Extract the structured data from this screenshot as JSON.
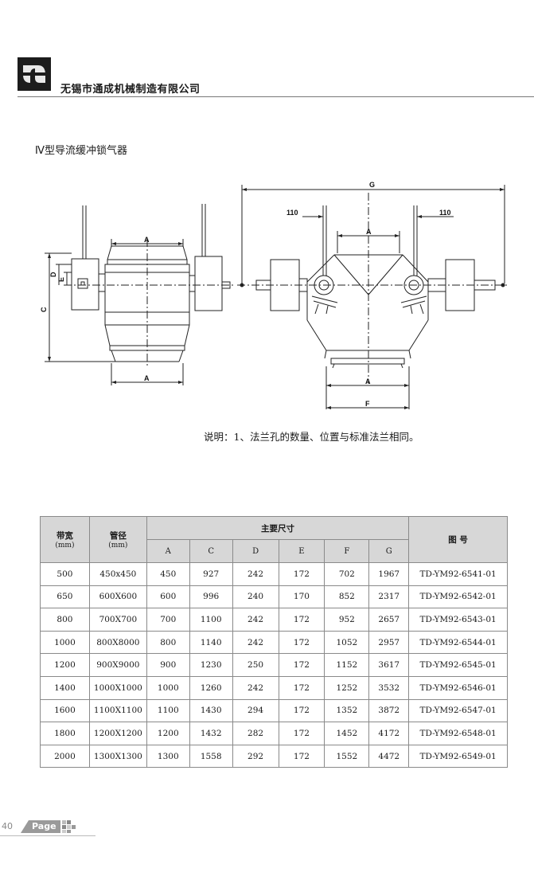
{
  "header": {
    "company": "无锡市通成机械制造有限公司"
  },
  "section_title": "Ⅳ型导流缓冲锁气器",
  "drawing": {
    "labels": {
      "A": "A",
      "C": "C",
      "D": "D",
      "E": "E",
      "F": "F",
      "G": "G",
      "dim_110": "110"
    }
  },
  "note": "说明：1、法兰孔的数量、位置与标准法兰相同。",
  "table": {
    "belt_width_label": "带宽",
    "belt_width_unit": "(mm)",
    "pipe_label": "管径",
    "pipe_unit": "(mm)",
    "main_dims_label": "主要尺寸",
    "drawing_no_label": "图 号",
    "dim_columns": [
      "A",
      "C",
      "D",
      "E",
      "F",
      "G"
    ],
    "rows": [
      [
        "500",
        "450x450",
        "450",
        "927",
        "242",
        "172",
        "702",
        "1967",
        "TD-YM92-6541-01"
      ],
      [
        "650",
        "600X600",
        "600",
        "996",
        "240",
        "170",
        "852",
        "2317",
        "TD-YM92-6542-01"
      ],
      [
        "800",
        "700X700",
        "700",
        "1100",
        "242",
        "172",
        "952",
        "2657",
        "TD-YM92-6543-01"
      ],
      [
        "1000",
        "800X8000",
        "800",
        "1140",
        "242",
        "172",
        "1052",
        "2957",
        "TD-YM92-6544-01"
      ],
      [
        "1200",
        "900X9000",
        "900",
        "1230",
        "250",
        "172",
        "1152",
        "3617",
        "TD-YM92-6545-01"
      ],
      [
        "1400",
        "1000X1000",
        "1000",
        "1260",
        "242",
        "172",
        "1252",
        "3532",
        "TD-YM92-6546-01"
      ],
      [
        "1600",
        "1100X1100",
        "1100",
        "1430",
        "294",
        "172",
        "1352",
        "3872",
        "TD-YM92-6547-01"
      ],
      [
        "1800",
        "1200X1200",
        "1200",
        "1432",
        "282",
        "172",
        "1452",
        "4172",
        "TD-YM92-6548-01"
      ],
      [
        "2000",
        "1300X1300",
        "1300",
        "1558",
        "292",
        "172",
        "1552",
        "4472",
        "TD-YM92-6549-01"
      ]
    ]
  },
  "footer": {
    "page_number": "40",
    "page_label": "Page"
  }
}
